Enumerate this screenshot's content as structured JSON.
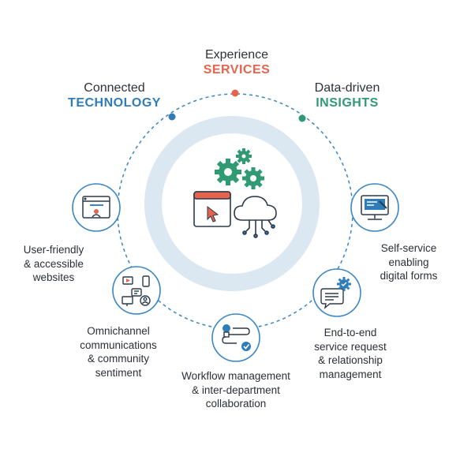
{
  "colors": {
    "services": "#e5634f",
    "technology": "#2f7db8",
    "insights": "#2f9a74",
    "dash": "#3a86c4",
    "ring": "#dce8f1",
    "icon_stroke": "#2b3a4a",
    "gear": "#2f9a74",
    "cursor": "#e5634f"
  },
  "headers": {
    "experience": {
      "line1": "Experience",
      "line2": "SERVICES"
    },
    "connected": {
      "line1": "Connected",
      "line2": "TECHNOLOGY"
    },
    "datadriven": {
      "line1": "Data-driven",
      "line2": "INSIGHTS"
    }
  },
  "nodes": [
    {
      "icon": "website-user-icon",
      "lines": [
        "User-friendly",
        "& accessible",
        "websites"
      ]
    },
    {
      "icon": "omnichannel-icon",
      "lines": [
        "Omnichannel",
        "communications",
        "& community",
        "sentiment"
      ]
    },
    {
      "icon": "workflow-icon",
      "lines": [
        "Workflow management",
        "& inter-department",
        "collaboration"
      ]
    },
    {
      "icon": "chat-gear-icon",
      "lines": [
        "End-to-end",
        "service request",
        "& relationship",
        "management"
      ]
    },
    {
      "icon": "monitor-form-icon",
      "lines": [
        "Self-service",
        "enabling",
        "digital forms"
      ]
    }
  ],
  "center_icons": [
    "gears-icon",
    "browser-cursor-icon",
    "cloud-network-icon"
  ]
}
